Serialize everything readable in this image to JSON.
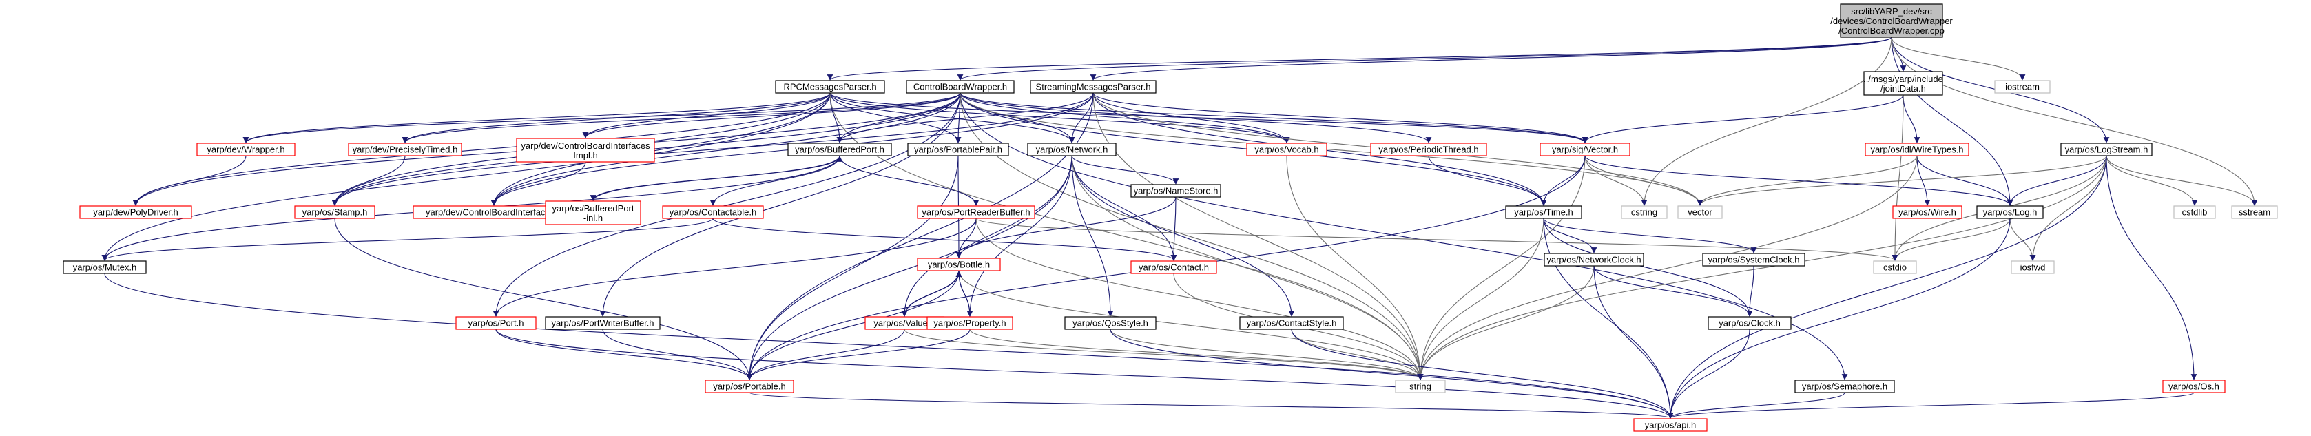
{
  "graph_title": "Include dependency graph for ControlBoardWrapper.cpp",
  "nodes": {
    "root": [
      "src/libYARP_dev/src",
      "/devices/ControlBoardWrapper",
      "/ControlBoardWrapper.cpp"
    ],
    "rpc": "RPCMessagesParser.h",
    "cbw": "ControlBoardWrapper.h",
    "stream": "StreamingMessagesParser.h",
    "jointdata": [
      "../msgs/yarp/include",
      "/jointData.h"
    ],
    "iostream": "iostream",
    "logstream": "yarp/os/LogStream.h",
    "wrapper": "yarp/dev/Wrapper.h",
    "precisely": "yarp/dev/PreciselyTimed.h",
    "cbiimpl": [
      "yarp/dev/ControlBoardInterfaces",
      "Impl.h"
    ],
    "bufport": "yarp/os/BufferedPort.h",
    "portablepair": "yarp/os/PortablePair.h",
    "network": "yarp/os/Network.h",
    "vocab": "yarp/os/Vocab.h",
    "periodic": "yarp/os/PeriodicThread.h",
    "vector": "yarp/sig/Vector.h",
    "wiretypes": "yarp/os/idl/WireTypes.h",
    "polydriver": "yarp/dev/PolyDriver.h",
    "stamp": "yarp/os/Stamp.h",
    "cbi": "yarp/dev/ControlBoardInterfaces.h",
    "bufportinl": [
      "yarp/os/BufferedPort",
      "-inl.h"
    ],
    "contactable": "yarp/os/Contactable.h",
    "portreaderbuffer": "yarp/os/PortReaderBuffer.h",
    "namestore": "yarp/os/NameStore.h",
    "time": "yarp/os/Time.h",
    "cstring": "cstring",
    "vector_std": "vector",
    "wire": "yarp/os/Wire.h",
    "log": "yarp/os/Log.h",
    "mutex": "yarp/os/Mutex.h",
    "contact": "yarp/os/Contact.h",
    "bottle": "yarp/os/Bottle.h",
    "networkclock": "yarp/os/NetworkClock.h",
    "systemclock": "yarp/os/SystemClock.h",
    "cstdio": "cstdio",
    "iosfwd": "iosfwd",
    "cstdlib": "cstdlib",
    "sstream": "sstream",
    "port": "yarp/os/Port.h",
    "portwriterbuffer": "yarp/os/PortWriterBuffer.h",
    "value": "yarp/os/Value.h",
    "property": "yarp/os/Property.h",
    "qosstyle": "yarp/os/QosStyle.h",
    "contactstyle": "yarp/os/ContactStyle.h",
    "clock": "yarp/os/Clock.h",
    "portable": "yarp/os/Portable.h",
    "string": "string",
    "semaphore": "yarp/os/Semaphore.h",
    "os": "yarp/os/Os.h",
    "api": "yarp/os/api.h"
  },
  "colors": {
    "root_fill": "#bfbfbf",
    "border_documented": "#000000",
    "border_undocumented": "#ff0000",
    "border_system": "#bfbfbf",
    "edge": "#191970",
    "edge_system": "#6e6e6e",
    "text": "#000000"
  }
}
